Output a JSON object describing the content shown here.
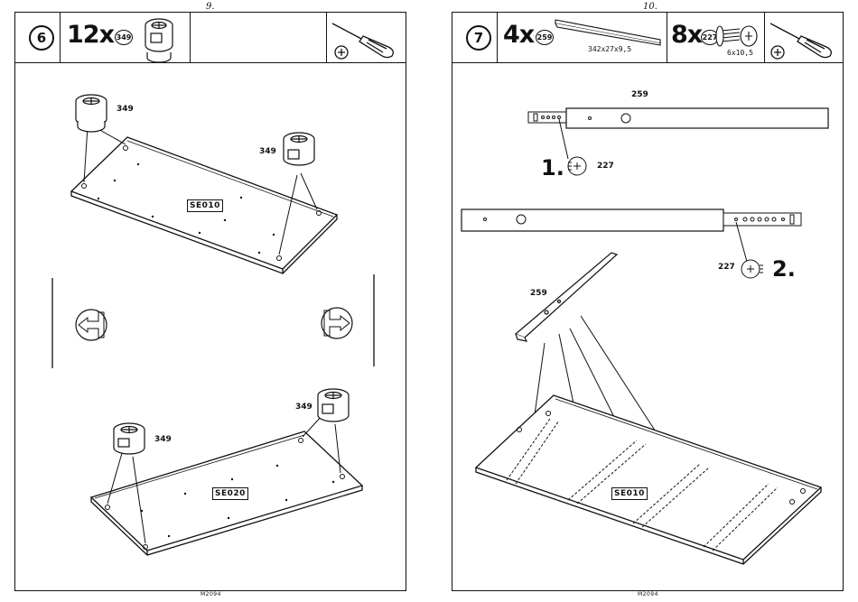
{
  "left_page": {
    "page_number": "9.",
    "step": "6",
    "quantity": "12x",
    "part_number": "349",
    "tool_icon": "screwdriver-icon",
    "diagram": {
      "callouts": [
        "349",
        "349",
        "349",
        "349"
      ],
      "panel_labels": [
        "SE010",
        "SE020"
      ],
      "rotate_icons": [
        "rotate-left-icon",
        "rotate-right-icon"
      ]
    },
    "footer_code": "M2094"
  },
  "right_page": {
    "page_number": "10.",
    "step": "7",
    "parts": [
      {
        "quantity": "4x",
        "part_number": "259",
        "dimension": "342x27x9,5",
        "icon": "drawer-runner-icon"
      },
      {
        "quantity": "8x",
        "part_number": "227",
        "dimension": "6x10,5",
        "icon": "screw-icon"
      }
    ],
    "tool_icon": "screwdriver-icon",
    "diagram": {
      "substeps": [
        "1.",
        "2."
      ],
      "runner_labels": [
        "259",
        "259"
      ],
      "screw_labels": [
        "227",
        "227"
      ],
      "panel_label": "SE010"
    },
    "footer_code": "M2094"
  }
}
